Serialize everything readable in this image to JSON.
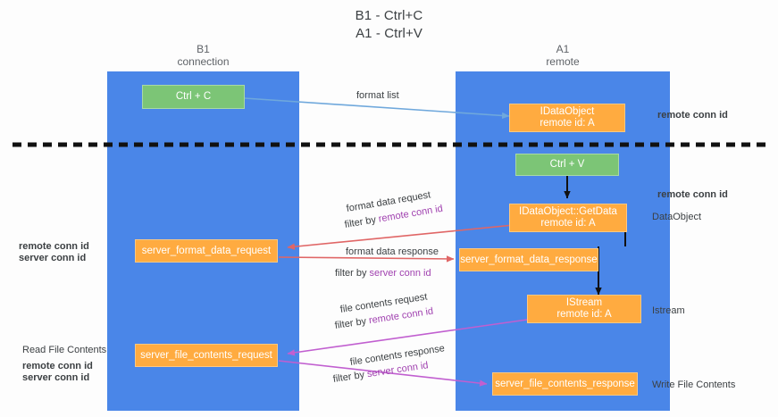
{
  "title": {
    "line1": "B1 - Ctrl+C",
    "line2": "A1 - Ctrl+V"
  },
  "lanes": [
    {
      "id": "b1",
      "name": "B1",
      "sub": "connection"
    },
    {
      "id": "a1",
      "name": "A1",
      "sub": "remote"
    }
  ],
  "colors": {
    "lane": "#4a86e8",
    "green_node": "#7cc576",
    "orange_node": "#ffab40",
    "remote_conn_id": "#c15fd0",
    "server_conn_id": "#6aa84f",
    "arrow_blue": "#6fa8dc",
    "arrow_red": "#e06666",
    "arrow_magenta": "#c15fd0",
    "arrow_black": "#000000",
    "divider": "#000000"
  },
  "nodes": {
    "ctrl_c": {
      "line1": "Ctrl + C",
      "line2": ""
    },
    "idataobject": {
      "line1": "IDataObject",
      "line2": "remote id: A"
    },
    "ctrl_v": {
      "line1": "Ctrl + V",
      "line2": ""
    },
    "getdata": {
      "line1": "IDataObject::GetData",
      "line2": "remote id: A"
    },
    "fmt_req": {
      "line1": "server_format_data_request",
      "line2": ""
    },
    "fmt_resp": {
      "line1": "server_format_data_response",
      "line2": ""
    },
    "istream": {
      "line1": "IStream",
      "line2": "remote id: A"
    },
    "file_req": {
      "line1": "server_file_contents_request",
      "line2": ""
    },
    "file_resp": {
      "line1": "server_file_contents_response",
      "line2": ""
    }
  },
  "edge_labels": {
    "format_list": "format list",
    "fmt_req_top": "format data request",
    "fmt_req_filter_prefix": "filter by ",
    "fmt_req_filter_key": "remote conn id",
    "fmt_resp_top": "format data response",
    "fmt_resp_filter_prefix": "filter by ",
    "fmt_resp_filter_key": "server conn id",
    "file_req_top": "file contents request",
    "file_req_filter_prefix": "filter by ",
    "file_req_filter_key": "remote conn id",
    "file_resp_top": "file contents response",
    "file_resp_filter_prefix": "filter by ",
    "file_resp_filter_key": "server conn id"
  },
  "annotations": {
    "right_remote_conn_top": "remote conn id",
    "right_remote_conn_mid": "remote conn id",
    "right_dataobject": "DataObject",
    "right_istream": "Istream",
    "right_write_file": "Write File Contents",
    "left_remote_conn_1": "remote conn id",
    "left_server_conn_1": "server conn id",
    "left_read_file": "Read File Contents",
    "left_remote_conn_2": "remote conn id",
    "left_server_conn_2": "server conn id"
  }
}
